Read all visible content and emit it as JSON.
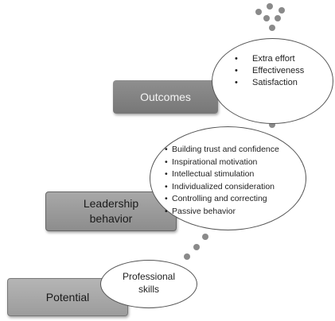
{
  "diagram": {
    "stages": {
      "outcomes": {
        "label": "Outcomes"
      },
      "leadership": {
        "label_line1": "Leadership",
        "label_line2": "behavior"
      },
      "potential": {
        "label": "Potential"
      }
    },
    "bubbles": {
      "outcomes": {
        "items": [
          "Extra effort",
          "Effectiveness",
          "Satisfaction"
        ]
      },
      "leadership": {
        "items": [
          "Building trust and confidence",
          "Inspirational motivation",
          "Intellectual stimulation",
          "Individualized consideration",
          "Controlling and correcting",
          "Passive behavior"
        ]
      },
      "potential": {
        "line1": "Professional",
        "line2": "skills"
      }
    },
    "bullet_char": "•",
    "colors": {
      "outcomes_box": "#808080",
      "leadership_box": "#9a9a9a",
      "potential_box": "#a9a9a9",
      "connector_dots": "#8a8a8a"
    }
  }
}
